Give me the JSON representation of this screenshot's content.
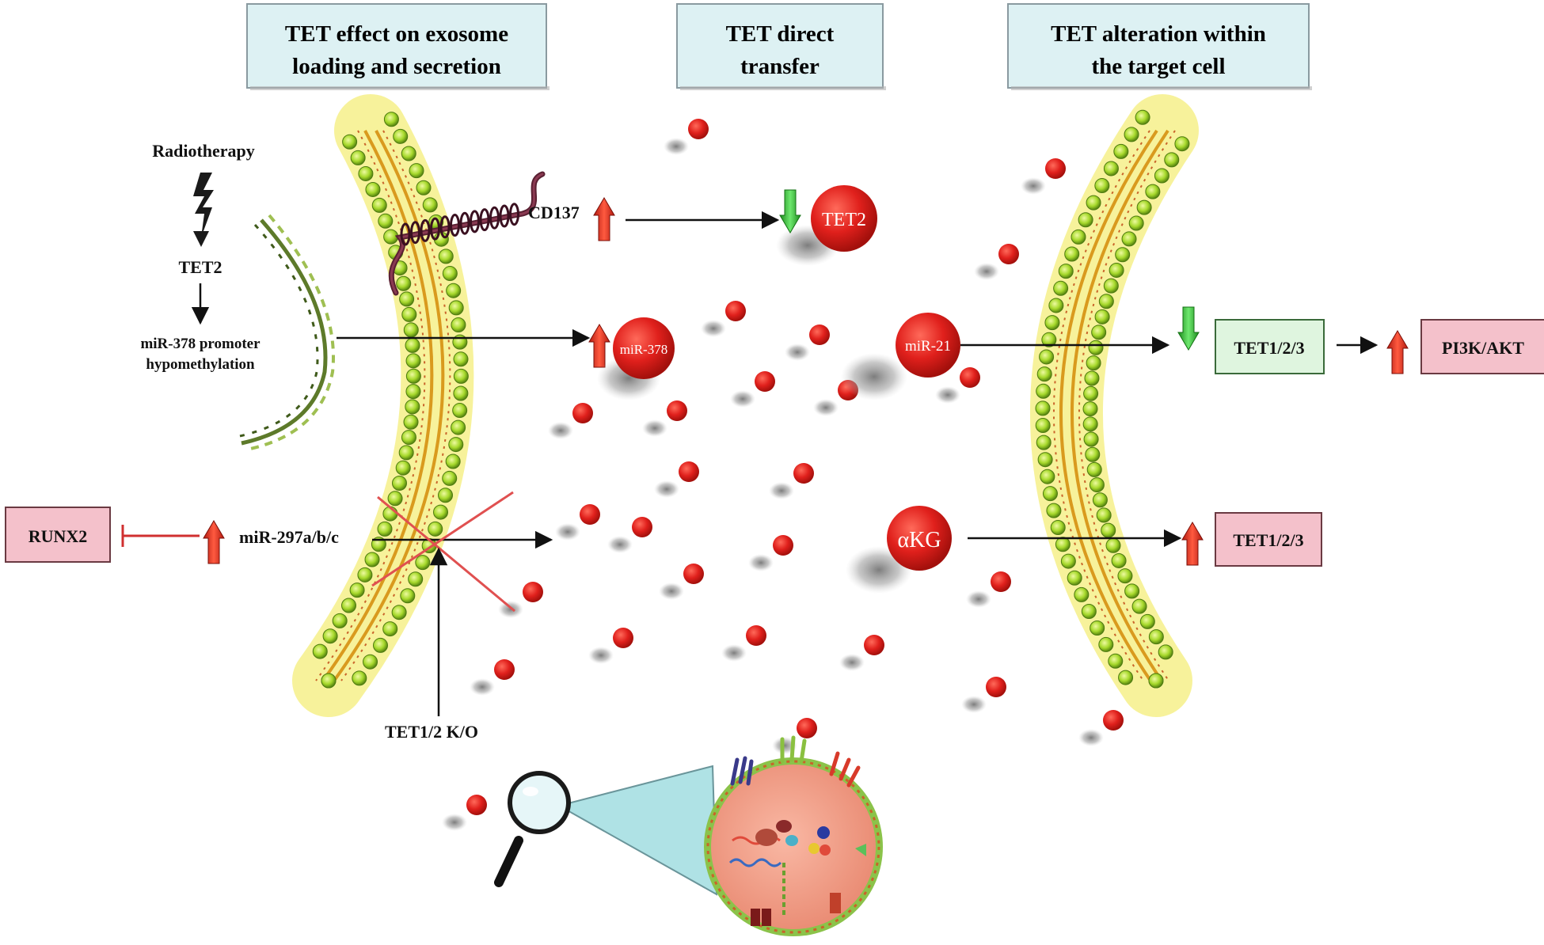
{
  "headers": {
    "left": [
      "TET effect on exosome",
      "loading and secretion"
    ],
    "middle": [
      "TET direct",
      "transfer"
    ],
    "right": [
      "TET alteration within",
      "the target cell"
    ]
  },
  "left_panel": {
    "radiotherapy": "Radiotherapy",
    "tet2": "TET2",
    "promoter_line1": "miR-378 promoter",
    "promoter_line2": "hypomethylation",
    "cd137": "CD137",
    "mir297": "miR-297a/b/c",
    "runx2": "RUNX2",
    "tet12_ko": "TET1/2 K/O"
  },
  "vesicles": {
    "tet2": "TET2",
    "mir378": "miR-378",
    "mir21": "miR-21",
    "akg": "αKG"
  },
  "right_panel": {
    "tet123_down": "TET1/2/3",
    "pi3k": "PI3K/AKT",
    "tet123_up": "TET1/2/3"
  },
  "colors": {
    "header_fill": "#ddf1f3",
    "green_box": "#dff5df",
    "pink_box": "#f4c1cb",
    "vesicle_red": "#e0201c",
    "up_arrow": "#e43226",
    "down_arrow": "#3cc43c",
    "membrane_bead": "#9fd22a",
    "membrane_line": "#d99a1e"
  },
  "icons": [
    "lightning-icon",
    "dna-helix-icon",
    "magnifier-icon",
    "up-arrow-icon",
    "down-arrow-icon",
    "inhibition-icon"
  ]
}
